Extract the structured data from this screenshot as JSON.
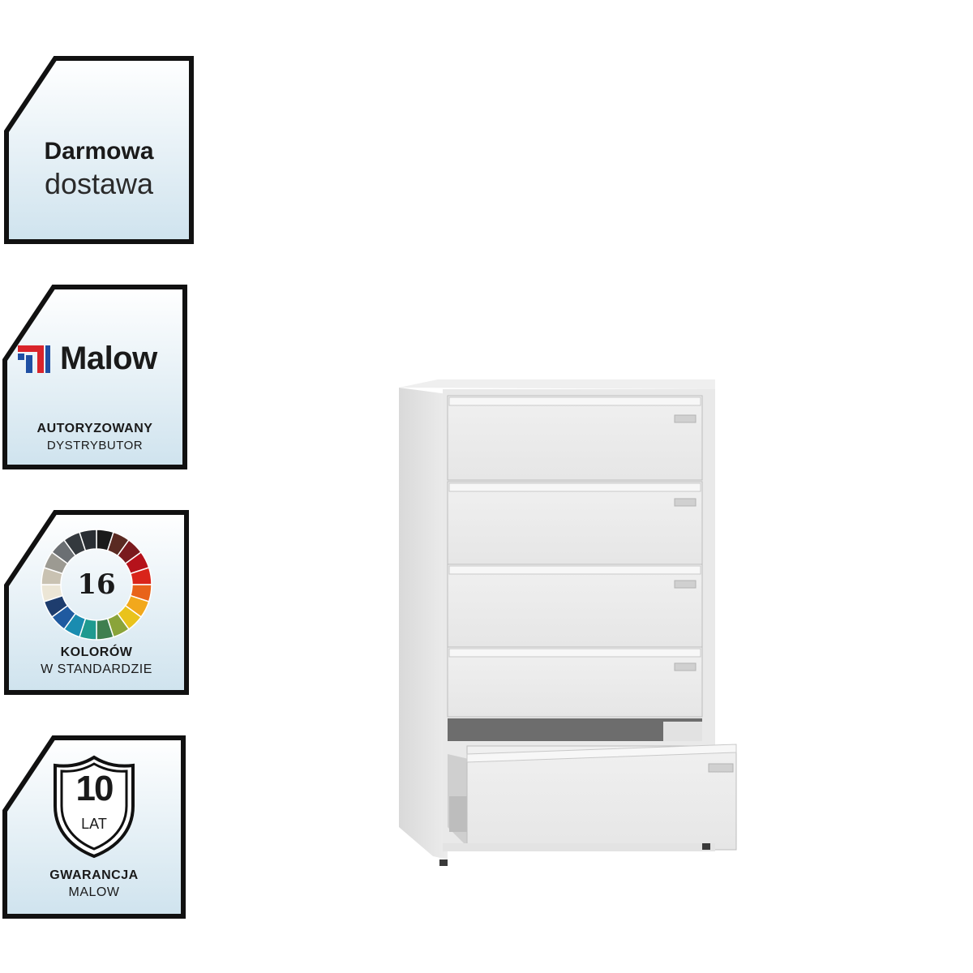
{
  "badges": {
    "delivery": {
      "line1": "Darmowa",
      "line2": "dostawa"
    },
    "distributor": {
      "brand": "Malow",
      "line1": "AUTORYZOWANY",
      "line2": "DYSTRYBUTOR"
    },
    "colors": {
      "count": "16",
      "line1": "KOLORÓW",
      "line2": "W STANDARDZIE",
      "wheel": [
        "#1a1a1a",
        "#5a2a22",
        "#7a1a1e",
        "#b5121b",
        "#d9241a",
        "#e8631a",
        "#f2a81c",
        "#e9c31c",
        "#8aa43a",
        "#3f7f4f",
        "#1f9a8f",
        "#1a8cb0",
        "#1f5aa0",
        "#1e3d6e",
        "#ece6d6",
        "#c9c2b2",
        "#9c9a92",
        "#6b6f73",
        "#34393e",
        "#2a2e33"
      ]
    },
    "warranty": {
      "number": "10",
      "unit": "LAT",
      "line1": "GWARANCJA",
      "line2": "MALOW"
    }
  },
  "colors": {
    "frame": "#111111",
    "badge_top": "#ffffff",
    "badge_bottom": "#cfe3ee",
    "logo_red": "#d9242b",
    "logo_blue": "#1f4fa3"
  },
  "product": {
    "drawer_count": 5,
    "open_drawer": 5
  }
}
